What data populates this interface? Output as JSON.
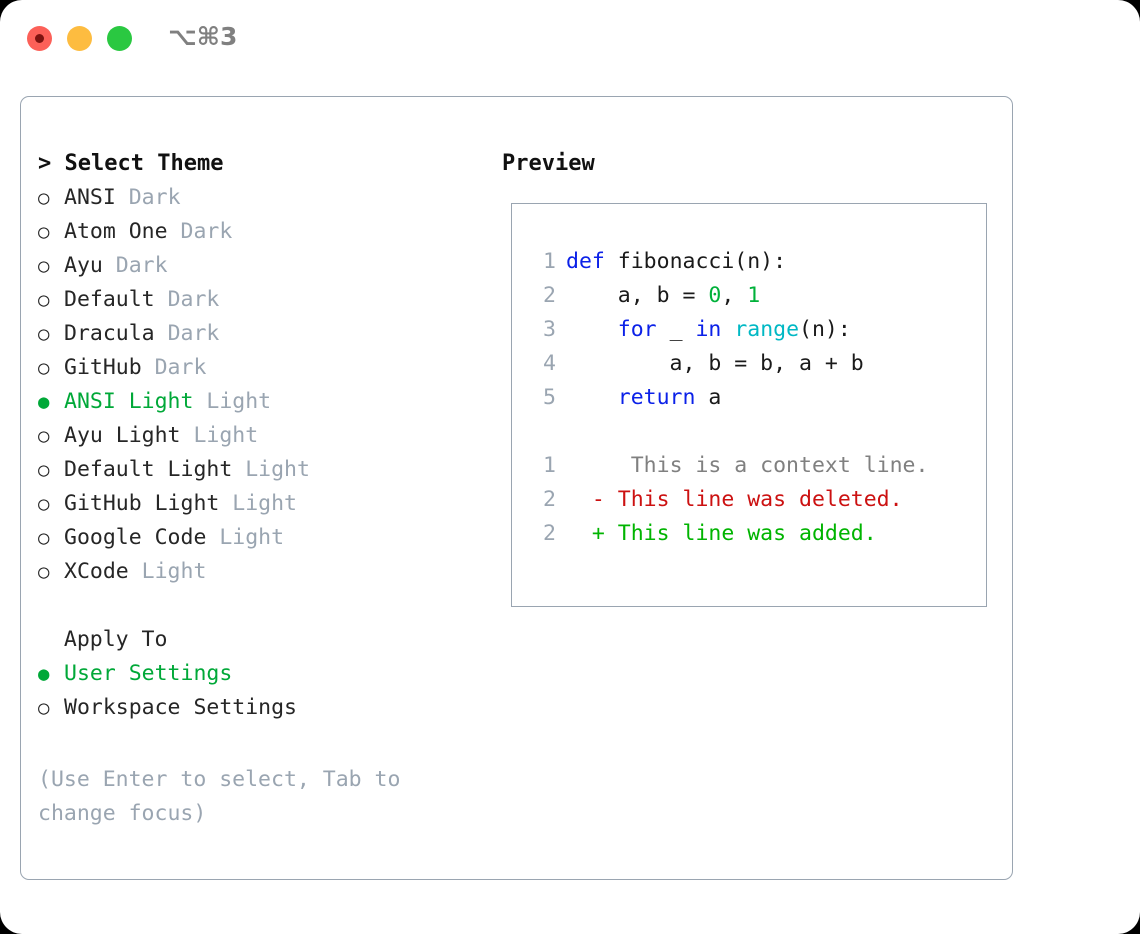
{
  "titlebar": {
    "traffic_lights": [
      "close",
      "minimize",
      "zoom"
    ],
    "shortcut_label": "⌥⌘3"
  },
  "theme_picker": {
    "heading_marker": ">",
    "heading_label": "Select Theme",
    "items": [
      {
        "marker": "○",
        "name": "ANSI",
        "kind": "Dark",
        "selected": false
      },
      {
        "marker": "○",
        "name": "Atom One",
        "kind": "Dark",
        "selected": false
      },
      {
        "marker": "○",
        "name": "Ayu",
        "kind": "Dark",
        "selected": false
      },
      {
        "marker": "○",
        "name": "Default",
        "kind": "Dark",
        "selected": false
      },
      {
        "marker": "○",
        "name": "Dracula",
        "kind": "Dark",
        "selected": false
      },
      {
        "marker": "○",
        "name": "GitHub",
        "kind": "Dark",
        "selected": false
      },
      {
        "marker": "●",
        "name": "ANSI Light",
        "kind": "Light",
        "selected": true
      },
      {
        "marker": "○",
        "name": "Ayu Light",
        "kind": "Light",
        "selected": false
      },
      {
        "marker": "○",
        "name": "Default Light",
        "kind": "Light",
        "selected": false
      },
      {
        "marker": "○",
        "name": "GitHub Light",
        "kind": "Light",
        "selected": false
      },
      {
        "marker": "○",
        "name": "Google Code",
        "kind": "Light",
        "selected": false
      },
      {
        "marker": "○",
        "name": "XCode",
        "kind": "Light",
        "selected": false
      }
    ]
  },
  "apply_to": {
    "heading_label": "Apply To",
    "options": [
      {
        "marker": "●",
        "label": "User Settings",
        "selected": true
      },
      {
        "marker": "○",
        "label": "Workspace Settings",
        "selected": false
      }
    ]
  },
  "hint": {
    "line1": "(Use Enter to select, Tab to",
    "line2": "change focus)"
  },
  "preview": {
    "label": "Preview",
    "code_lines": [
      {
        "no": "1",
        "tokens": [
          {
            "t": "def",
            "c": "kw"
          },
          {
            "t": " fibonacci(n):",
            "c": ""
          }
        ]
      },
      {
        "no": "2",
        "tokens": [
          {
            "t": "    a, b = ",
            "c": ""
          },
          {
            "t": "0",
            "c": "num"
          },
          {
            "t": ", ",
            "c": ""
          },
          {
            "t": "1",
            "c": "num"
          }
        ]
      },
      {
        "no": "3",
        "tokens": [
          {
            "t": "    ",
            "c": ""
          },
          {
            "t": "for",
            "c": "kw"
          },
          {
            "t": " _ ",
            "c": ""
          },
          {
            "t": "in",
            "c": "kw"
          },
          {
            "t": " ",
            "c": ""
          },
          {
            "t": "range",
            "c": "fn"
          },
          {
            "t": "(n):",
            "c": ""
          }
        ]
      },
      {
        "no": "4",
        "tokens": [
          {
            "t": "        a, b = b, a + b",
            "c": ""
          }
        ]
      },
      {
        "no": "5",
        "tokens": [
          {
            "t": "    ",
            "c": ""
          },
          {
            "t": "return",
            "c": "kw"
          },
          {
            "t": " a",
            "c": ""
          }
        ]
      }
    ],
    "diff_lines": [
      {
        "no": "1",
        "sign": " ",
        "text": "  This is a context line.",
        "c": "ctx"
      },
      {
        "no": "2",
        "sign": "-",
        "text": " This line was deleted.",
        "c": "del"
      },
      {
        "no": "2",
        "sign": "+",
        "text": " This line was added.",
        "c": "add"
      }
    ]
  },
  "colors": {
    "accent_green": "#00a838",
    "dim_gray": "#9aa5b1",
    "keyword_blue": "#0b21e8",
    "builtin_cyan": "#00b8c4",
    "number_green": "#00b13a",
    "diff_deleted": "#cc1111",
    "diff_added": "#00b400",
    "border": "#9aa5b1",
    "traffic_red": "#fc6058",
    "traffic_yellow": "#fdbc40",
    "traffic_green": "#2ac841"
  }
}
